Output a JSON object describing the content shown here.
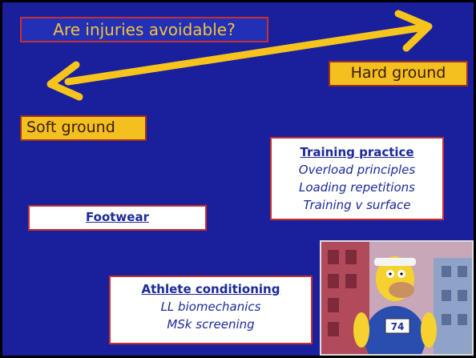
{
  "slide": {
    "title": "Are injuries avoidable?",
    "hard_ground": "Hard ground",
    "soft_ground": "Soft ground",
    "training": {
      "heading": "Training practice",
      "lines": [
        "Overload principles",
        "Loading repetitions",
        "Training v surface"
      ]
    },
    "footwear": "Footwear",
    "athlete": {
      "heading": "Athlete conditioning",
      "lines": [
        "LL biomechanics",
        "MSk screening"
      ]
    },
    "picture": {
      "bib_number": "74",
      "icon": "cartoon-runner-icon"
    },
    "colors": {
      "background": "#1a1f9c",
      "title_text": "#f2c23a",
      "yellow_box": "#f4c020",
      "box_border": "#c83030",
      "dark_text": "#1b2a99"
    }
  }
}
